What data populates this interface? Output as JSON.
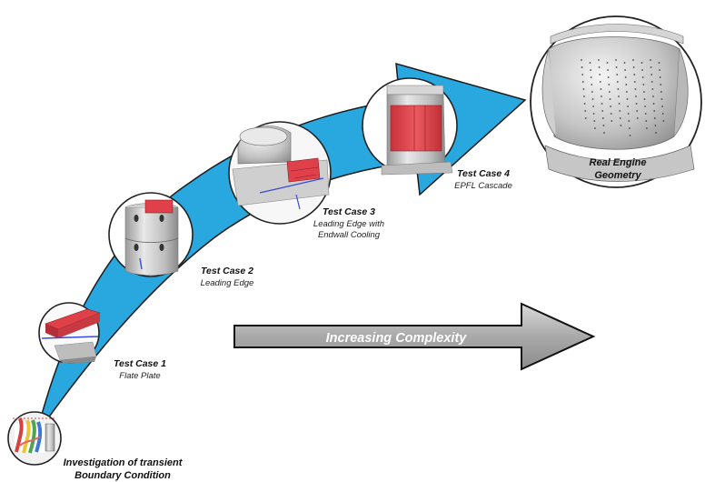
{
  "stages": [
    {
      "title": "Investigation of transient",
      "subtitle": "Boundary Condition"
    },
    {
      "title": "Test Case 1",
      "subtitle": "Flate Plate"
    },
    {
      "title": "Test Case 2",
      "subtitle": "Leading Edge"
    },
    {
      "title": "Test Case 3",
      "subtitle_line1": "Leading Edge with",
      "subtitle_line2": "Endwall Cooling"
    },
    {
      "title": "Test Case 4",
      "subtitle": "EPFL Cascade"
    },
    {
      "title_line1": "Real Engine",
      "title_line2": "Geometry"
    }
  ],
  "complexity_arrow": {
    "label": "Increasing Complexity"
  },
  "colors": {
    "swoosh": "#29A8E0",
    "swoosh_edge": "#1B1B1B",
    "gray_arrow": "#A8A8A8",
    "highlight_red": "#E0404A"
  }
}
